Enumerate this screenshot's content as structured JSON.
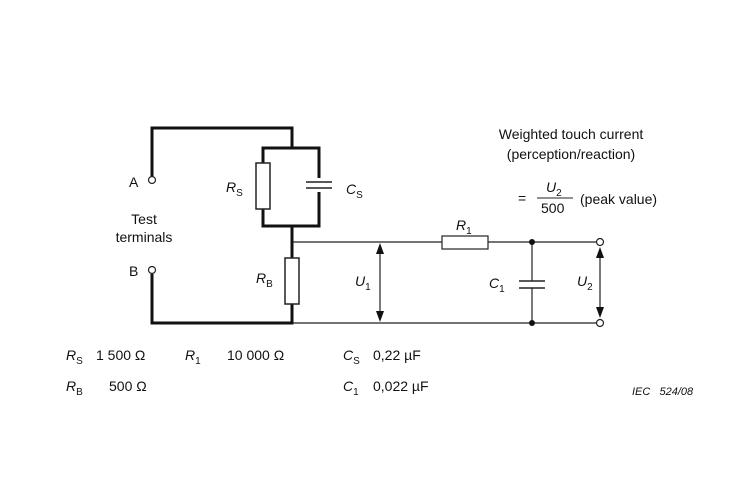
{
  "terminals": {
    "a": "A",
    "b": "B",
    "caption_line1": "Test",
    "caption_line2": "terminals"
  },
  "components": {
    "rs": {
      "sym": "R",
      "sub": "S"
    },
    "cs": {
      "sym": "C",
      "sub": "S"
    },
    "rb": {
      "sym": "R",
      "sub": "B"
    },
    "r1": {
      "sym": "R",
      "sub": "1"
    },
    "c1": {
      "sym": "C",
      "sub": "1"
    },
    "u1": {
      "sym": "U",
      "sub": "1"
    },
    "u2": {
      "sym": "U",
      "sub": "2"
    }
  },
  "formula": {
    "title_line1": "Weighted touch current",
    "title_line2": "(perception/reaction)",
    "equals": "=",
    "numerator_sym": "U",
    "numerator_sub": "2",
    "denominator": "500",
    "note": "(peak value)"
  },
  "values": {
    "rs": "1 500 Ω",
    "rb": "500 Ω",
    "r1": "10 000 Ω",
    "cs": "0,22 µF",
    "c1": "0,022 µF"
  },
  "reference": "IEC   524/08"
}
